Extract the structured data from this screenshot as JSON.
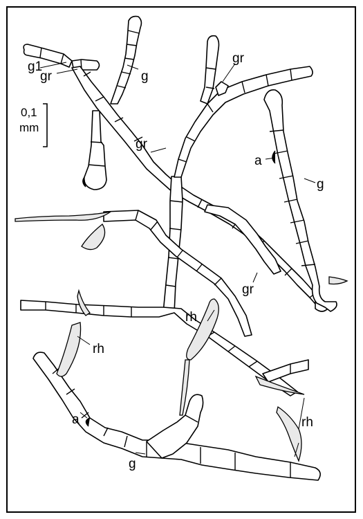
{
  "labels": {
    "g1": "g1",
    "gr": "gr",
    "g": "g",
    "a": "a",
    "rh": "rh"
  },
  "scale_bar": {
    "value": "0,1",
    "unit": "mm"
  },
  "colors": {
    "ink": "#000000",
    "background": "#ffffff",
    "rhizoid_fill": "#e9e9e9"
  }
}
